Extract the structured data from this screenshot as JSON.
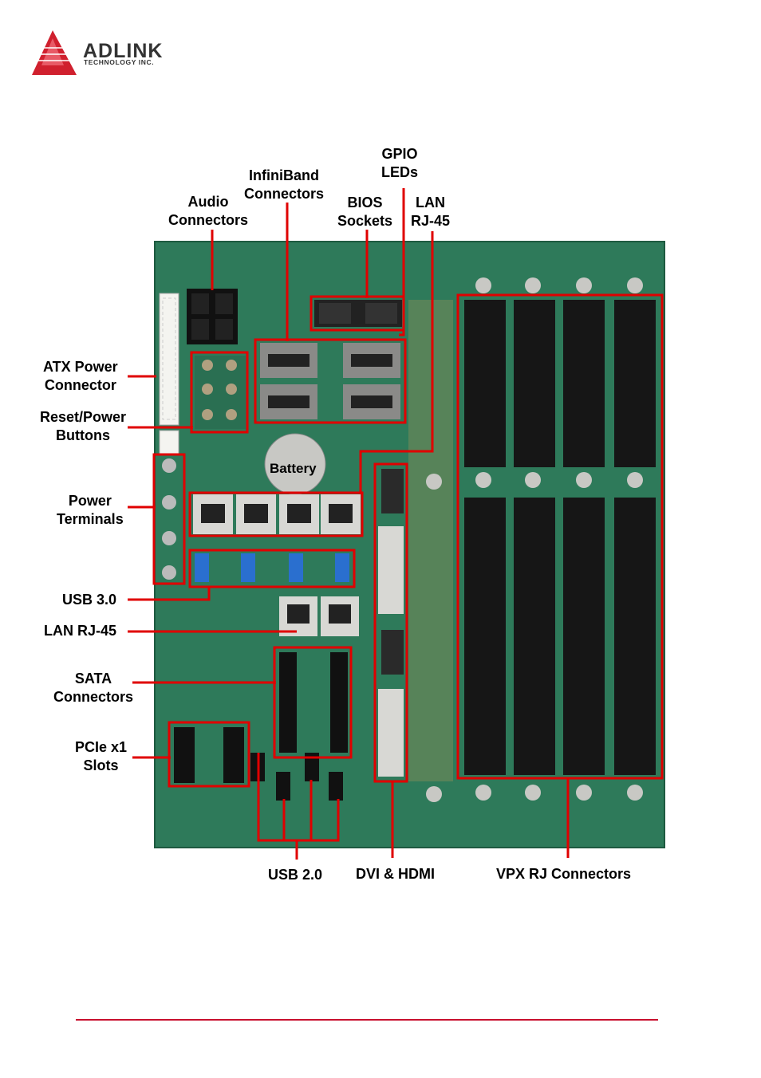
{
  "brand": {
    "name": "ADLINK",
    "sub": "TECHNOLOGY INC."
  },
  "labels": {
    "gpio_leds": "GPIO\nLEDs",
    "infiniband": "InfiniBand\nConnectors",
    "audio": "Audio\nConnectors",
    "bios": "BIOS\nSockets",
    "lan_top": "LAN\nRJ-45",
    "atx": "ATX Power\nConnector",
    "reset": "Reset/Power\nButtons",
    "battery": "Battery",
    "power_terminals": "Power\nTerminals",
    "usb30": "USB 3.0",
    "lan_left": "LAN RJ-45",
    "sata": "SATA\nConnectors",
    "pcie": "PCIe x1\nSlots",
    "usb20": "USB 2.0",
    "dvi": "DVI & HDMI",
    "vpx": "VPX RJ Connectors"
  },
  "colors": {
    "accent": "#e00000",
    "board": "#2e7a5a",
    "logo_red": "#d0202e"
  }
}
